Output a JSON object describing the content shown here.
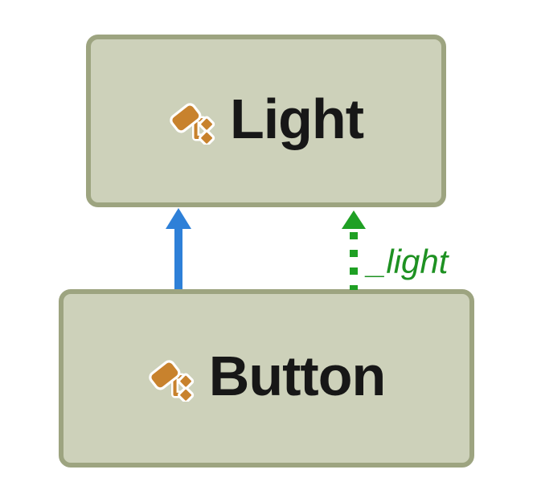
{
  "diagram": {
    "type": "dependency-graph",
    "background": "#ffffff",
    "nodes": [
      {
        "id": "light",
        "label": "Light",
        "icon": "class-icon"
      },
      {
        "id": "button",
        "label": "Button",
        "icon": "class-icon"
      }
    ],
    "edges": [
      {
        "from": "Button",
        "to": "Light",
        "style": "solid",
        "color": "#2e80d8",
        "label": ""
      },
      {
        "from": "Button",
        "to": "Light",
        "style": "dotted",
        "color": "#1fa024",
        "label": "_light"
      }
    ],
    "colors": {
      "node_fill": "#cdd1ba",
      "node_border": "#9da480",
      "node_text": "#171717",
      "solid_edge": "#2e80d8",
      "dotted_edge": "#1fa024",
      "edge_label_text": "#1e9122",
      "icon_orange": "#c8822d"
    }
  }
}
